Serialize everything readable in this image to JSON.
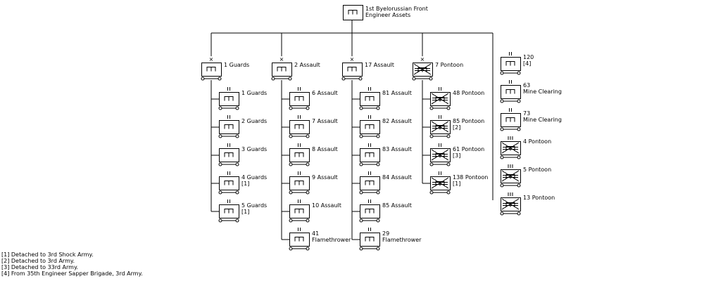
{
  "hq": {
    "label": [
      "1st Byelorussian Front",
      "Engineer Assets"
    ],
    "symbol": "engineer-unit"
  },
  "brigades": [
    {
      "label": [
        "1 Guards"
      ],
      "symbol": "engineer-brigade",
      "children": [
        {
          "label": [
            "1 Guards"
          ],
          "symbol": "engineer-regiment"
        },
        {
          "label": [
            "2 Guards"
          ],
          "symbol": "engineer-regiment"
        },
        {
          "label": [
            "3 Guards"
          ],
          "symbol": "engineer-regiment"
        },
        {
          "label": [
            "4 Guards",
            "[1]"
          ],
          "symbol": "engineer-regiment"
        },
        {
          "label": [
            "5 Guards",
            "[1]"
          ],
          "symbol": "engineer-regiment"
        }
      ]
    },
    {
      "label": [
        "2 Assault"
      ],
      "symbol": "engineer-brigade",
      "children": [
        {
          "label": [
            "6 Assault"
          ],
          "symbol": "engineer-regiment"
        },
        {
          "label": [
            "7 Assault"
          ],
          "symbol": "engineer-regiment"
        },
        {
          "label": [
            "8 Assault"
          ],
          "symbol": "engineer-regiment"
        },
        {
          "label": [
            "9 Assault"
          ],
          "symbol": "engineer-regiment"
        },
        {
          "label": [
            "10 Assault"
          ],
          "symbol": "engineer-regiment"
        },
        {
          "label": [
            "41",
            "Flamethrower"
          ],
          "symbol": "engineer-regiment"
        }
      ]
    },
    {
      "label": [
        "17 Assault"
      ],
      "symbol": "engineer-brigade",
      "children": [
        {
          "label": [
            "81 Assault"
          ],
          "symbol": "engineer-regiment"
        },
        {
          "label": [
            "82 Assault"
          ],
          "symbol": "engineer-regiment"
        },
        {
          "label": [
            "83 Assault"
          ],
          "symbol": "engineer-regiment"
        },
        {
          "label": [
            "84 Assault"
          ],
          "symbol": "engineer-regiment"
        },
        {
          "label": [
            "85 Assault"
          ],
          "symbol": "engineer-regiment"
        },
        {
          "label": [
            "29",
            "Flamethrower"
          ],
          "symbol": "engineer-regiment"
        }
      ]
    },
    {
      "label": [
        "7 Pontoon"
      ],
      "symbol": "pontoon-brigade",
      "children": [
        {
          "label": [
            "48 Pontoon"
          ],
          "symbol": "pontoon-regiment"
        },
        {
          "label": [
            "85 Pontoon",
            "[2]"
          ],
          "symbol": "pontoon-regiment"
        },
        {
          "label": [
            "61 Pontoon",
            "[3]"
          ],
          "symbol": "pontoon-regiment"
        },
        {
          "label": [
            "138 Pontoon",
            "[1]"
          ],
          "symbol": "pontoon-regiment"
        }
      ]
    }
  ],
  "independent": [
    {
      "label": [
        "120",
        "[4]"
      ],
      "symbol": "engineer-regiment"
    },
    {
      "label": [
        "63",
        "Mine Clearing"
      ],
      "symbol": "engineer-regiment"
    },
    {
      "label": [
        "73",
        "Mine Clearing"
      ],
      "symbol": "engineer-regiment"
    },
    {
      "label": [
        "4 Pontoon"
      ],
      "symbol": "pontoon-battalion"
    },
    {
      "label": [
        "5 Pontoon"
      ],
      "symbol": "pontoon-battalion"
    },
    {
      "label": [
        "13 Pontoon"
      ],
      "symbol": "pontoon-battalion"
    }
  ],
  "notes": [
    "[1] Detached to 3rd Shock Army.",
    "[2] Detached to 3rd Army.",
    "[3] Detached to 33rd Army.",
    "[4] From 35th Engineer Sapper Brigade, 3rd Army."
  ]
}
